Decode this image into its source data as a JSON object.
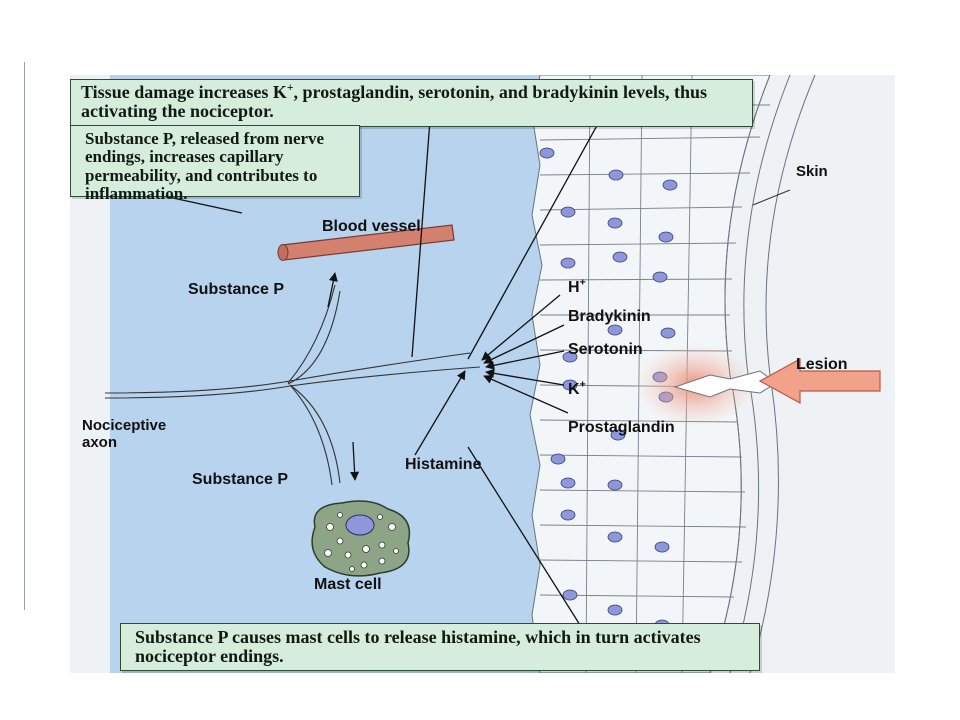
{
  "callouts": {
    "top": "Tissue damage increases K",
    "top_sup": "+",
    "top_rest": ", prostaglandin, serotonin, and bradykinin levels,  thus activating the nociceptor.",
    "substance_p_release": "Substance P, released from nerve endings, increases capillary permeability, and contributes to inflammation.",
    "bottom": "Substance P causes mast cells to release histamine, which in turn activates nociceptor endings."
  },
  "labels": {
    "blood_vessel": "Blood vessel",
    "substance_p_upper": "Substance P",
    "substance_p_lower": "Substance P",
    "histamine": "Histamine",
    "mast_cell": "Mast cell",
    "nociceptive_axon": "Nociceptive axon",
    "skin": "Skin",
    "lesion": "Lesion",
    "h_plus": "H",
    "h_plus_sup": "+",
    "bradykinin": "Bradykinin",
    "serotonin": "Serotonin",
    "k_plus": "K",
    "k_plus_sup": "+",
    "prostaglandin": "Prostaglandin"
  },
  "colors": {
    "callout_fill": "#d6eddc",
    "tissue_blue": "#b7d3ee",
    "blood_vessel": "#d4826f",
    "mast_cell": "#8ea486",
    "lesion_arrow": "#f2a28a",
    "nucleus": "#8f97dc"
  }
}
